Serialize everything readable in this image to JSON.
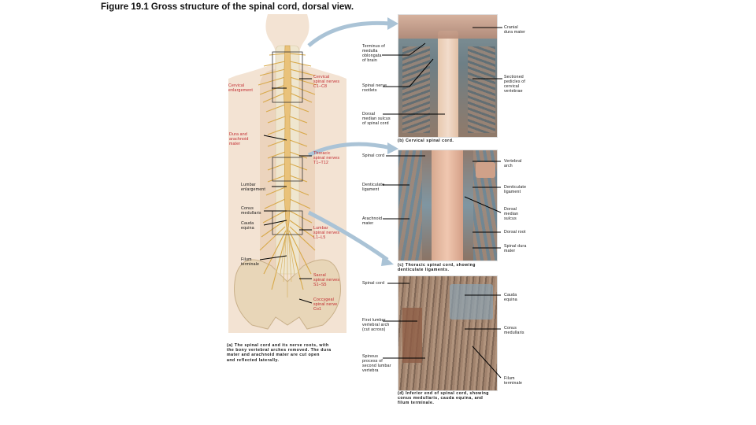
{
  "figure_title": "Figure 19.1  Gross structure of the spinal cord, dorsal view.",
  "panel_a": {
    "labels": {
      "cervical_enlargement": "Cervical\nenlargement",
      "cervical_nerves": "Cervical\nspinal nerves\nC1–C8",
      "dura_arachnoid": "Dura and\narachnoid\nmater",
      "thoracic_nerves": "Thoracic\nspinal nerves\nT1–T12",
      "lumbar_enlargement": "Lumbar\nenlargement",
      "conus_medullaris": "Conus\nmedullaris",
      "cauda_equina": "Cauda\nequina",
      "lumbar_nerves": "Lumbar\nspinal nerves\nL1–L5",
      "filum_terminale": "Filum\nterminale",
      "sacral_nerves": "Sacral\nspinal nerves\nS1–S5",
      "coccygeal_nerve": "Coccygeal\nspinal nerve\nCo1"
    },
    "caption": "(a) The spinal cord and its nerve roots, with\nthe bony vertebral arches removed. The dura\nmater and arachnoid mater are cut open\nand reflected laterally."
  },
  "panel_b": {
    "labels": {
      "cranial_dura": "Cranial\ndura mater",
      "terminus_medulla": "Terminus of\nmedulla\noblongata\nof brain",
      "sectioned_pedicles": "Sectioned\npedicles of\ncervical\nvertebrae",
      "spinal_rootlets": "Spinal nerve\nrootlets",
      "dorsal_sulcus": "Dorsal\nmedian sulcus\nof spinal cord"
    },
    "caption": "(b) Cervical spinal cord."
  },
  "panel_c": {
    "labels": {
      "spinal_cord": "Spinal cord",
      "vertebral_arch": "Vertebral\narch",
      "denticulate_left": "Denticulate\nligament",
      "denticulate_right": "Denticulate\nligament",
      "dorsal_median_sulcus": "Dorsal\nmedian\nsulcus",
      "arachnoid": "Arachnoid\nmater",
      "dorsal_root": "Dorsal root",
      "spinal_dura": "Spinal dura\nmater"
    },
    "caption": "(c) Thoracic spinal cord, showing\ndenticulate ligaments."
  },
  "panel_d": {
    "labels": {
      "spinal_cord": "Spinal cord",
      "cauda_equina": "Cauda\nequina",
      "first_lumbar_arch": "First lumbar\nvertebral arch\n(cut across)",
      "conus_medullaris": "Conus\nmedullaris",
      "spinous_process": "Spinous\nprocess of\nsecond lumbar\nvertebra",
      "filum_terminale": "Filum\nterminale"
    },
    "caption": "(d) Inferior end of spinal cord, showing\nconus medullaris, cauda equina, and\nfilum terminale."
  },
  "colors": {
    "cord": "#e9c27a",
    "nerve": "#d8a94a",
    "tissue": "#b57b5a",
    "photo_bg": "#8a6a55",
    "red_text": "#c0262c",
    "arrow": "#aac3d6"
  }
}
